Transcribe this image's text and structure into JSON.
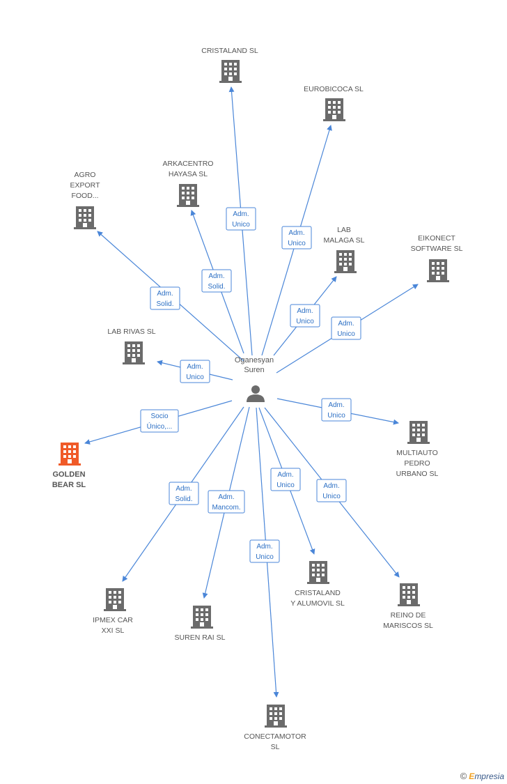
{
  "center": {
    "label_lines": [
      "Oganesyan",
      "Suren"
    ],
    "icon": "person-icon"
  },
  "nodes": [
    {
      "id": "cristaland",
      "label_lines": [
        "CRISTALAND SL"
      ],
      "role_lines": [
        "Adm.",
        "Unico"
      ],
      "highlight": false
    },
    {
      "id": "eurobicoca",
      "label_lines": [
        "EUROBICOCA SL"
      ],
      "role_lines": [
        "Adm.",
        "Unico"
      ],
      "highlight": false
    },
    {
      "id": "arkacentro",
      "label_lines": [
        "ARKACENTRO",
        "HAYASA SL"
      ],
      "role_lines": [
        "Adm.",
        "Solid."
      ],
      "highlight": false
    },
    {
      "id": "agro",
      "label_lines": [
        "AGRO",
        "EXPORT",
        "FOOD..."
      ],
      "role_lines": [
        "Adm.",
        "Solid."
      ],
      "highlight": false
    },
    {
      "id": "labmalaga",
      "label_lines": [
        "LAB",
        "MALAGA SL"
      ],
      "role_lines": [
        "Adm.",
        "Unico"
      ],
      "highlight": false
    },
    {
      "id": "eikonect",
      "label_lines": [
        "EIKONECT",
        "SOFTWARE SL"
      ],
      "role_lines": [
        "Adm.",
        "Unico"
      ],
      "highlight": false
    },
    {
      "id": "labrivas",
      "label_lines": [
        "LAB RIVAS SL"
      ],
      "role_lines": [
        "Adm.",
        "Unico"
      ],
      "highlight": false
    },
    {
      "id": "goldenbear",
      "label_lines": [
        "GOLDEN",
        "BEAR SL"
      ],
      "role_lines": [
        "Socio",
        "Único,..."
      ],
      "highlight": true
    },
    {
      "id": "multiauto",
      "label_lines": [
        "MULTIAUTO",
        "PEDRO",
        "URBANO SL"
      ],
      "role_lines": [
        "Adm.",
        "Unico"
      ],
      "highlight": false
    },
    {
      "id": "ipmex",
      "label_lines": [
        "IPMEX CAR",
        "XXI SL"
      ],
      "role_lines": [
        "Adm.",
        "Solid."
      ],
      "highlight": false
    },
    {
      "id": "surenrai",
      "label_lines": [
        "SUREN RAI SL"
      ],
      "role_lines": [
        "Adm.",
        "Mancom."
      ],
      "highlight": false
    },
    {
      "id": "conectamotor",
      "label_lines": [
        "CONECTAMOTOR",
        "SL"
      ],
      "role_lines": [
        "Adm.",
        "Unico"
      ],
      "highlight": false
    },
    {
      "id": "cristaland2",
      "label_lines": [
        "CRISTALAND",
        "Y ALUMOVIL  SL"
      ],
      "role_lines": [
        "Adm.",
        "Unico"
      ],
      "highlight": false
    },
    {
      "id": "reino",
      "label_lines": [
        "REINO DE",
        "MARISCOS SL"
      ],
      "role_lines": [
        "Adm.",
        "Unico"
      ],
      "highlight": false
    }
  ],
  "colors": {
    "edge": "#4a86d8",
    "building": "#6b6b6b",
    "building_highlight": "#f05a28",
    "person": "#6b6b6b"
  },
  "footer": {
    "copyright": "©",
    "brand_initial": "E",
    "brand_rest": "mpresia"
  }
}
